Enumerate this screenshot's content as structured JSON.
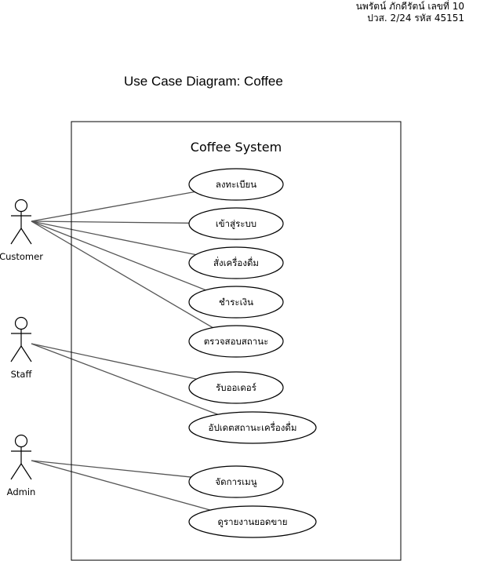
{
  "author": {
    "line1": "นพรัตน์ ภักดีรัตน์ เลขที่ 10",
    "line2": "ปวส. 2/24 รหัส 45151"
  },
  "title": "Use Case Diagram: Coffee",
  "system": {
    "label": "Coffee System"
  },
  "actors": [
    {
      "id": "customer",
      "label": "Customer"
    },
    {
      "id": "staff",
      "label": "Staff"
    },
    {
      "id": "admin",
      "label": "Admin"
    }
  ],
  "use_cases": [
    {
      "id": "register",
      "label": "ลงทะเบียน"
    },
    {
      "id": "login",
      "label": "เข้าสู่ระบบ"
    },
    {
      "id": "order-drink",
      "label": "สั่งเครื่องดื่ม"
    },
    {
      "id": "pay",
      "label": "ชำระเงิน"
    },
    {
      "id": "check-status",
      "label": "ตรวจสอบสถานะ"
    },
    {
      "id": "receive-order",
      "label": "รับออเดอร์"
    },
    {
      "id": "update-drink-status",
      "label": "อัปเดตสถานะเครื่องดื่ม"
    },
    {
      "id": "manage-menu",
      "label": "จัดการเมนู"
    },
    {
      "id": "view-sales-report",
      "label": "ดูรายงานยอดขาย"
    }
  ],
  "associations": [
    {
      "actor": "customer",
      "use_case": "register"
    },
    {
      "actor": "customer",
      "use_case": "login"
    },
    {
      "actor": "customer",
      "use_case": "order-drink"
    },
    {
      "actor": "customer",
      "use_case": "pay"
    },
    {
      "actor": "customer",
      "use_case": "check-status"
    },
    {
      "actor": "staff",
      "use_case": "receive-order"
    },
    {
      "actor": "staff",
      "use_case": "update-drink-status"
    },
    {
      "actor": "admin",
      "use_case": "manage-menu"
    },
    {
      "actor": "admin",
      "use_case": "view-sales-report"
    }
  ]
}
